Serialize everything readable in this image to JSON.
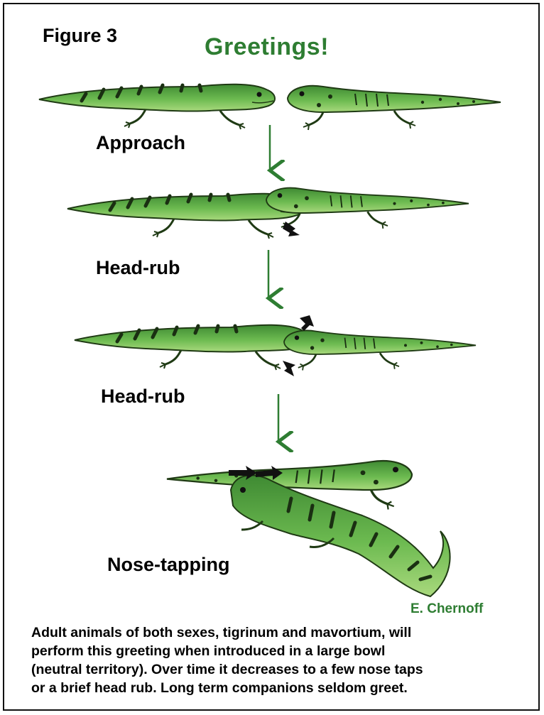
{
  "figure_label": "Figure 3",
  "title": "Greetings!",
  "stages": [
    {
      "label": "Approach"
    },
    {
      "label": "Head-rub"
    },
    {
      "label": "Head-rub"
    },
    {
      "label": "Nose-tapping"
    }
  ],
  "credit": "E. Chernoff",
  "caption_lines": [
    "Adult animals of both sexes, tigrinum and mavortium, will",
    "perform this greeting when introduced in a large bowl",
    "(neutral territory).  Over time it decreases to a few nose taps",
    "or a brief head rub.  Long term companions seldom greet."
  ],
  "colors": {
    "salamander_body": "#5fae48",
    "salamander_light": "#a8d77a",
    "salamander_outline": "#1f3a14",
    "arrow_green": "#2e7d32",
    "motion_arrow": "#111111",
    "title_green": "#2e7d32"
  }
}
